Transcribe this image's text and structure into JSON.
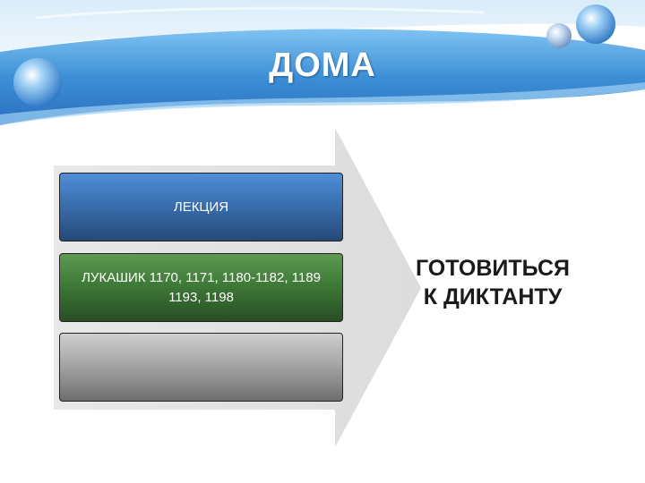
{
  "header": {
    "title": "ДОМА"
  },
  "steps": [
    {
      "label_lines": [
        "ЛЕКЦИЯ"
      ]
    },
    {
      "label_lines": [
        "ЛУКАШИК 1170, 1171, 1180-1182, 1189",
        "1193, 1198"
      ]
    },
    {
      "label_lines": []
    }
  ],
  "task": {
    "lines": [
      "ГОТОВИТЬСЯ",
      "К ДИКТАНТУ"
    ]
  },
  "colors": {
    "header_blue": "#3d8fd6",
    "lecture_blue": "#3a6fb0",
    "exercise_green": "#3f7a38",
    "empty_gray": "#a6a6a6",
    "arrow_gray": "#e3e3e3"
  }
}
